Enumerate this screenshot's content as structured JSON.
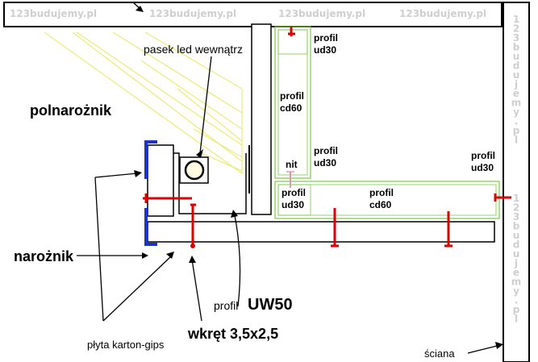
{
  "watermark": {
    "text": "123budujemy.pl",
    "vertical_chars": [
      "1",
      "2",
      "3",
      "b",
      "u",
      "d",
      "u",
      "j",
      "e",
      "m",
      "y",
      ".",
      "p",
      "l"
    ]
  },
  "labels": {
    "pasek_led": "pasek led wewnątrz",
    "polnaroznik": "polnarożnik",
    "naroznik": "narożnik",
    "plyta": "płyta karton-gips",
    "wkret": "wkręt 3,5x2,5",
    "profil_word": "profil",
    "uw50": "UW50",
    "sciana": "ściana",
    "nit": "nit",
    "profil_ud30_top": [
      "profil",
      "ud30"
    ],
    "profil_cd60_vert": [
      "profil",
      "cd60"
    ],
    "profil_ud30_mid": [
      "profil",
      "ud30"
    ],
    "profil_ud30_right": [
      "profil",
      "ud30"
    ],
    "profil_ud30_horiz": [
      "profil",
      "ud30"
    ],
    "profil_cd60_horiz": [
      "profil",
      "cd60"
    ]
  },
  "colors": {
    "outline": "#000000",
    "cornerbead": "#1a33cc",
    "screw": "#e00000",
    "profile_green": "#7ac943",
    "light_rays": "#e8e85a",
    "watermark": "#cfcfcf"
  }
}
